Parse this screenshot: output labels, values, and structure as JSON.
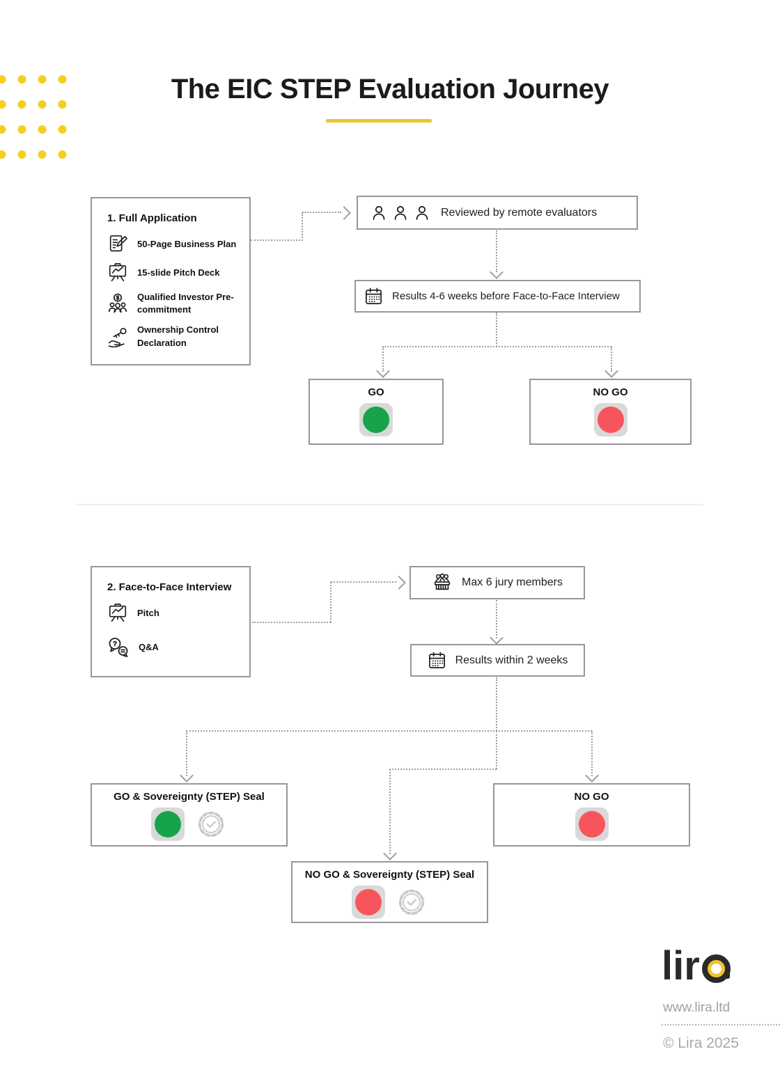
{
  "title": "The EIC STEP Evaluation Journey",
  "colors": {
    "accent_yellow": "#F2C230",
    "go_green": "#17A34A",
    "nogo_red": "#F8545B",
    "box_border_gray": "#979797",
    "connector_gray": "#9e9e9e"
  },
  "section1": {
    "step": {
      "heading": "1. Full Application",
      "items": [
        {
          "icon": "business-plan-icon",
          "label": "50-Page Business Plan"
        },
        {
          "icon": "pitch-deck-icon",
          "label": "15-slide Pitch Deck"
        },
        {
          "icon": "investor-precommitment-icon",
          "label": "Qualified Investor Pre-commitment"
        },
        {
          "icon": "ownership-key-hand-icon",
          "label": "Ownership Control Declaration"
        }
      ]
    },
    "review": {
      "icon": "person-icon",
      "label": "Reviewed by remote evaluators"
    },
    "results": {
      "icon": "calendar-icon",
      "label": "Results 4-6 weeks before Face-to-Face Interview"
    },
    "outcome_go": {
      "label": "GO"
    },
    "outcome_nogo": {
      "label": "NO GO"
    }
  },
  "section2": {
    "step": {
      "heading": "2. Face-to-Face Interview",
      "items": [
        {
          "icon": "pitch-deck-icon",
          "label": "Pitch"
        },
        {
          "icon": "qa-bubbles-icon",
          "label": "Q&A"
        }
      ]
    },
    "jury": {
      "icon": "jury-panel-icon",
      "label": "Max 6 jury members"
    },
    "results": {
      "icon": "calendar-icon",
      "label": "Results within 2 weeks"
    },
    "outcome_go_seal": {
      "label": "GO & Sovereignty (STEP) Seal"
    },
    "outcome_nogo": {
      "label": "NO GO"
    },
    "outcome_nogo_seal": {
      "label": "NO GO & Sovereignty (STEP) Seal"
    }
  },
  "icons": {
    "dollar_glyph": "$",
    "question_glyph": "?",
    "names": [
      "business-plan-icon",
      "pitch-deck-icon",
      "investor-precommitment-icon",
      "ownership-key-hand-icon",
      "person-icon",
      "calendar-icon",
      "jury-panel-icon",
      "qa-bubbles-icon",
      "go-dot",
      "nogo-dot",
      "seal-check-icon",
      "lira-logo"
    ]
  },
  "footer": {
    "logo": {
      "text": "lira",
      "wordmark_prefix": "lir"
    },
    "website": "www.lira.ltd",
    "copyright": "© Lira 2025"
  }
}
